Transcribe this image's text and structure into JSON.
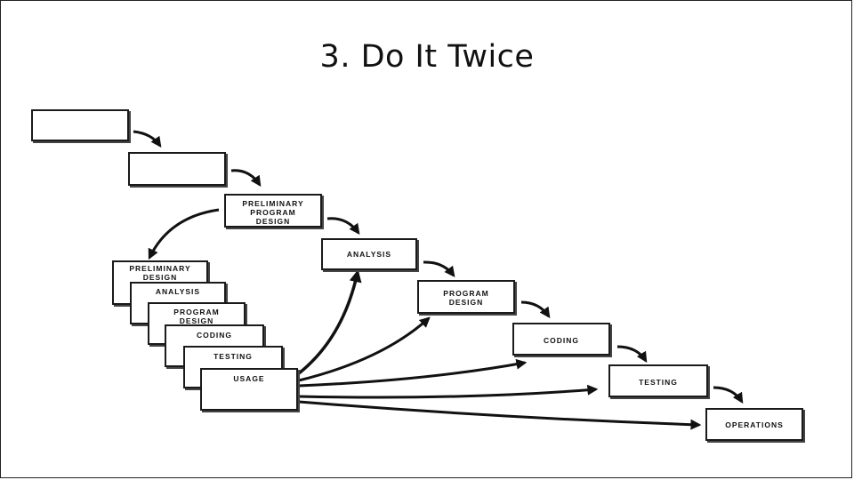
{
  "title": "3. Do It Twice",
  "steps": {
    "blank_1": "",
    "blank_2": "",
    "preliminary_program_design": "PRELIMINARY\nPROGRAM\nDESIGN",
    "analysis": "ANALYSIS",
    "program_design": "PROGRAM\nDESIGN",
    "coding": "CODING",
    "testing": "TESTING",
    "operations": "OPERATIONS"
  },
  "pilot": {
    "preliminary_design": "PRELIMINARY\nDESIGN",
    "analysis": "ANALYSIS",
    "program_design": "PROGRAM\nDESIGN",
    "coding": "CODING",
    "testing": "TESTING",
    "usage": "USAGE"
  }
}
